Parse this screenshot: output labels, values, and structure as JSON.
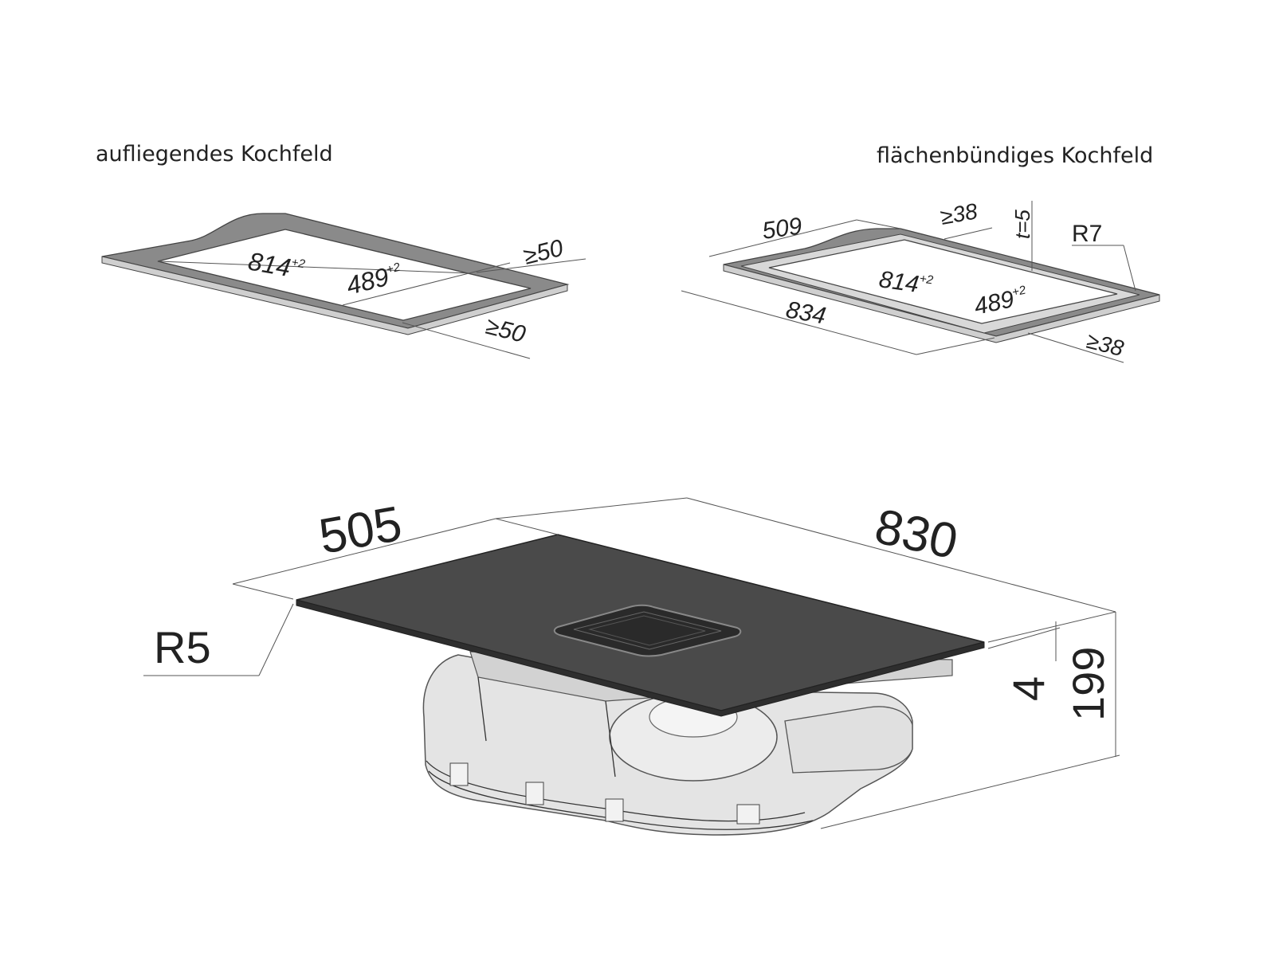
{
  "captions": {
    "surface": "aufliegendes Kochfeld",
    "flush": "flächenbündiges Kochfeld"
  },
  "surface_frame": {
    "width": "814",
    "width_tol": "+2",
    "depth": "489",
    "depth_tol": "+2",
    "side_margin": "≥50",
    "front_margin": "≥50"
  },
  "flush_frame": {
    "rebate_depth": "509",
    "rebate_margin_back": "≥38",
    "rebate_thickness": "t=5",
    "corner_radius": "R7",
    "width": "814",
    "width_tol": "+2",
    "depth": "489",
    "depth_tol": "+2",
    "rebate_width": "834",
    "rebate_margin_front": "≥38"
  },
  "product": {
    "depth": "505",
    "width": "830",
    "corner_radius": "R5",
    "glass_thickness": "4",
    "total_height": "199"
  },
  "colors": {
    "glass": "#4a4a4a",
    "frame": "#8a8a8a",
    "housing": "#e4e4e4"
  }
}
